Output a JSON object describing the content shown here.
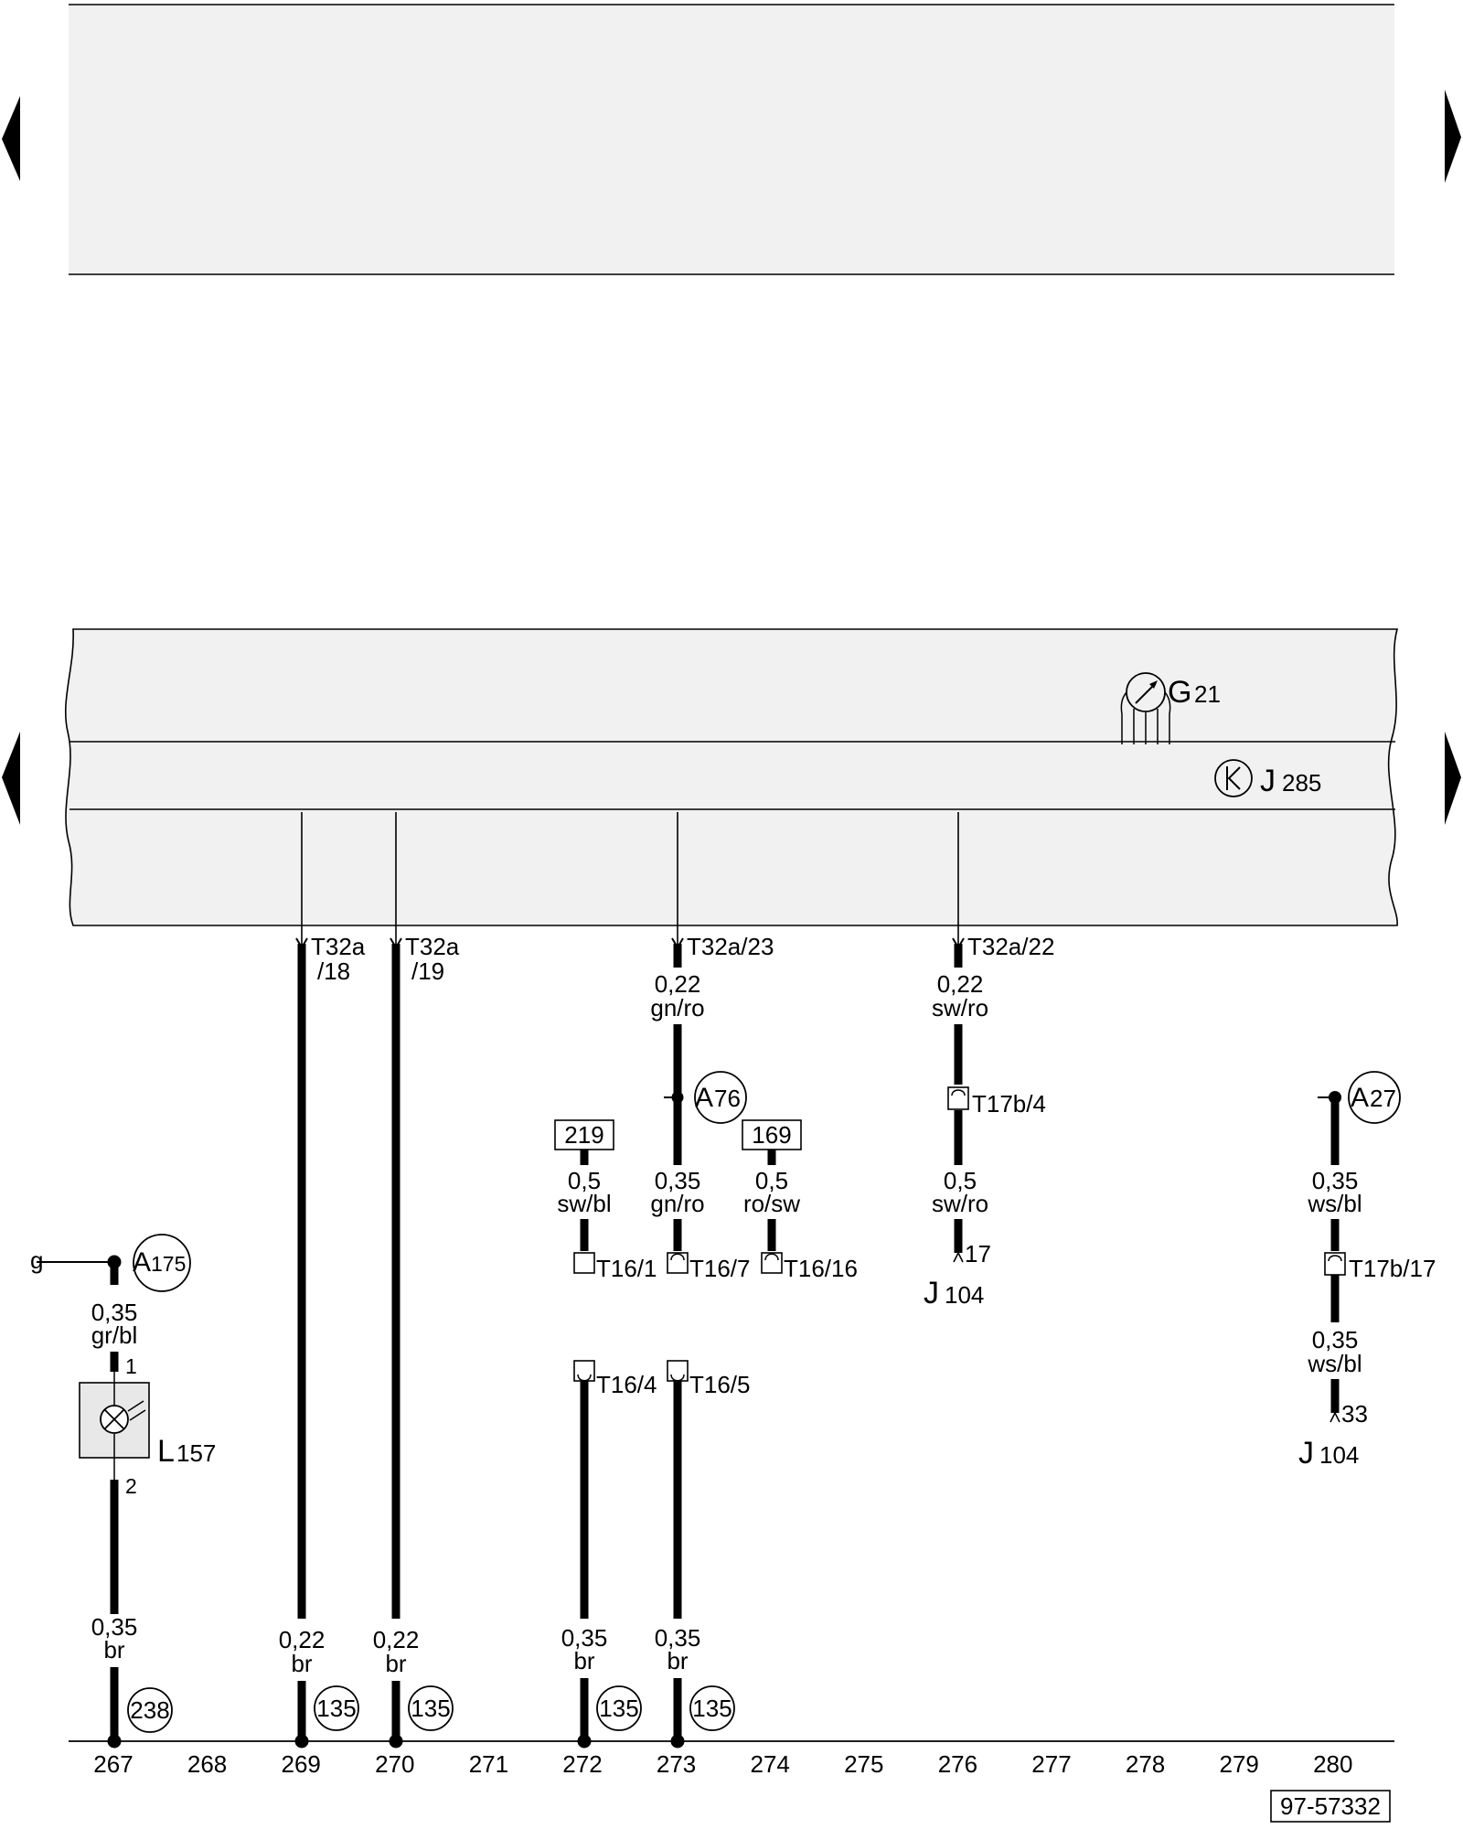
{
  "diagram_id": "97-57332",
  "top_panel": {},
  "instrument_panel": {
    "components": [
      {
        "id": "G",
        "sub": "21",
        "icon": "gauge-icon"
      },
      {
        "id": "J",
        "sub": "285",
        "icon": "control-unit-icon"
      }
    ]
  },
  "wires": [
    {
      "track": "267",
      "connector": "",
      "upper": {
        "size": "0,35",
        "color": "gr/bl"
      },
      "lower": {
        "size": "0,35",
        "color": "br"
      },
      "ground": "238"
    },
    {
      "track": "269",
      "connector": [
        "T32a",
        "/18"
      ],
      "lower": {
        "size": "0,22",
        "color": "br"
      },
      "ground": "135"
    },
    {
      "track": "270",
      "connector": [
        "T32a",
        "/19"
      ],
      "lower": {
        "size": "0,22",
        "color": "br"
      },
      "ground": "135"
    },
    {
      "track": "272",
      "connector": "",
      "lower": {
        "size": "0,35",
        "color": "br"
      },
      "ground": "135"
    },
    {
      "track": "273",
      "connector": "T32a/23",
      "upper": {
        "size": "0,22",
        "color": "gn/ro"
      },
      "middle": {
        "size": "0,35",
        "color": "gn/ro"
      },
      "lower": {
        "size": "0,35",
        "color": "br"
      },
      "ground": "135"
    },
    {
      "track": "276",
      "connector": "T32a/22",
      "upper": {
        "size": "0,22",
        "color": "sw/ro"
      },
      "middle": {
        "size": "0,5",
        "color": "sw/ro"
      }
    }
  ],
  "refs": {
    "ref_219": "219",
    "ref_169": "169",
    "wire_219": {
      "size": "0,5",
      "color": "sw/bl"
    },
    "wire_169": {
      "size": "0,5",
      "color": "ro/sw"
    },
    "wire_280_upper": {
      "size": "0,35",
      "color": "ws/bl"
    },
    "wire_280_lower": {
      "size": "0,35",
      "color": "ws/bl"
    }
  },
  "connectors": {
    "t16_1": "T16/1",
    "t16_7": "T16/7",
    "t16_16": "T16/16",
    "t16_4": "T16/4",
    "t16_5": "T16/5",
    "t17b_4": "T17b/4",
    "t17b_17": "T17b/17"
  },
  "junctions": {
    "a175": {
      "letter": "A",
      "num": "175"
    },
    "a76": {
      "letter": "A",
      "num": "76"
    },
    "a27": {
      "letter": "A",
      "num": "27"
    }
  },
  "lamp": {
    "letter": "L",
    "num": "157",
    "pin1": "1",
    "pin2": "2"
  },
  "feed_label": "g",
  "j104_a": {
    "letter": "J",
    "num": "104",
    "pin": "17"
  },
  "j104_b": {
    "letter": "J",
    "num": "104",
    "pin": "33"
  },
  "tracks": [
    "267",
    "268",
    "269",
    "270",
    "271",
    "272",
    "273",
    "274",
    "275",
    "276",
    "277",
    "278",
    "279",
    "280"
  ]
}
